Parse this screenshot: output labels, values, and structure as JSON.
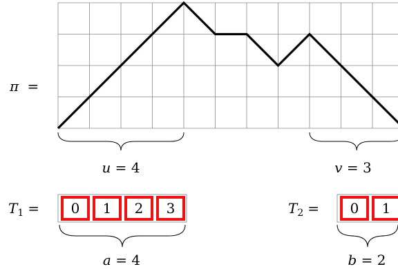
{
  "path_label": "π =",
  "path": {
    "steps": [
      "U",
      "U",
      "U",
      "U",
      "D",
      "H",
      "D",
      "U",
      "D",
      "D",
      "D"
    ],
    "heights": [
      0,
      1,
      2,
      3,
      4,
      3,
      3,
      2,
      3,
      2,
      1,
      0
    ],
    "grid": {
      "columns": 11,
      "rows": 4
    }
  },
  "braces": [
    {
      "var": "u",
      "value": "4",
      "label": "u = 4",
      "from_step": 0,
      "to_step": 4
    },
    {
      "var": "v",
      "value": "3",
      "label": "v = 3",
      "from_step": 8,
      "to_step": 11
    }
  ],
  "tableaux": [
    {
      "name": "T1",
      "label": "T₁ =",
      "cells": [
        "0",
        "1",
        "2",
        "3"
      ],
      "brace_label": "a = 4",
      "var": "a",
      "value": "4"
    },
    {
      "name": "T2",
      "label": "T₂ =",
      "cells": [
        "0",
        "1"
      ],
      "brace_label": "b = 2",
      "var": "b",
      "value": "2"
    }
  ],
  "colors": {
    "path": "#000000",
    "grid": "#888888",
    "cell_border": "#ee1111",
    "outer_border": "#999999"
  }
}
